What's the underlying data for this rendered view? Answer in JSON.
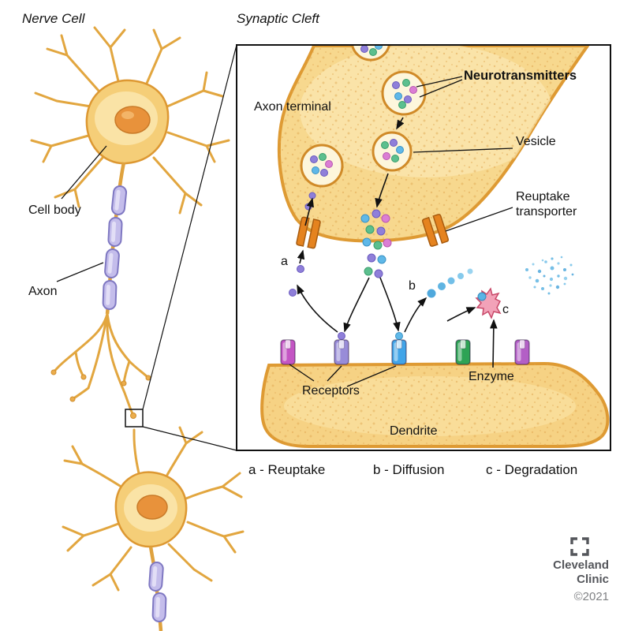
{
  "titles": {
    "nerve_cell": "Nerve Cell",
    "synaptic_cleft": "Synaptic Cleft"
  },
  "neuron_labels": {
    "cell_body": "Cell body",
    "axon": "Axon"
  },
  "inset_labels": {
    "axon_terminal": "Axon terminal",
    "neurotransmitters": "Neurotransmitters",
    "vesicle": "Vesicle",
    "reuptake_transporter": "Reuptake transporter",
    "receptors": "Receptors",
    "enzyme": "Enzyme",
    "dendrite": "Dendrite",
    "marker_a": "a",
    "marker_b": "b",
    "marker_c": "c"
  },
  "legend": {
    "a": "a - Reuptake",
    "b": "b - Diffusion",
    "c": "c - Degradation"
  },
  "footer": {
    "brand_line1": "Cleveland",
    "brand_line2": "Clinic",
    "copyright": "©2021"
  },
  "palette": {
    "membrane_fill": "#F7D88E",
    "membrane_outline": "#DE9A33",
    "nucleus": "#E8923B",
    "myelin_fill": "#C4BDEB",
    "myelin_outline": "#7F78C2",
    "transporter": "#E5831F",
    "enzyme": "#F2A2B8",
    "receptor_colors": [
      "#C455C4",
      "#988CD8",
      "#41A4E8",
      "#2EA355",
      "#B35FC6"
    ],
    "neurotransmitter_colors": [
      "#8F7FD9",
      "#5CBF8E",
      "#DB7ED4",
      "#5FB8E8"
    ]
  }
}
